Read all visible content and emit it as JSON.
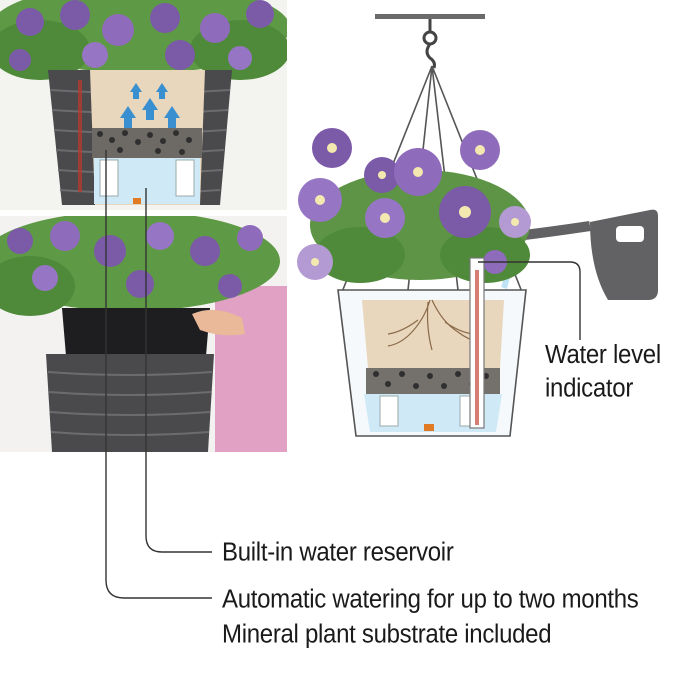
{
  "callouts": {
    "water_level_indicator": "Water level indicator",
    "builtin_reservoir": "Built-in water reservoir",
    "automatic_watering": "Automatic watering for up to two months",
    "substrate": "Mineral plant substrate included"
  },
  "colors": {
    "flower_purple": "#7b5aa8",
    "flower_light": "#b39ad3",
    "leaf_green": "#4f8a3a",
    "rattan_gray": "#4a4a4d",
    "water_blue": "#bfe3f4",
    "soil_beige": "#e8d6bd",
    "callout_line": "#333333"
  }
}
